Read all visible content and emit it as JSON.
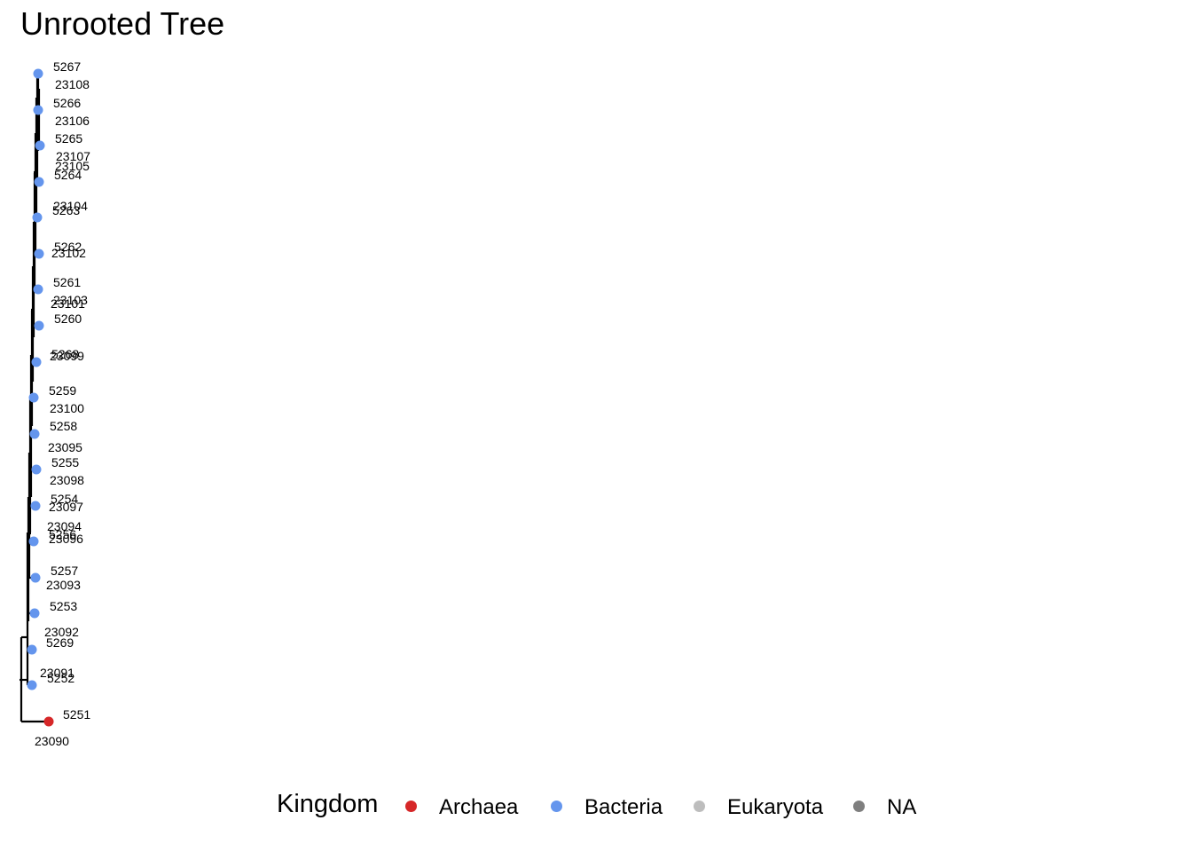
{
  "title": "Unrooted Tree",
  "legend": {
    "title": "Kingdom",
    "items": [
      {
        "label": "Archaea",
        "color": "#d62728"
      },
      {
        "label": "Bacteria",
        "color": "#6495ed"
      },
      {
        "label": "Eukaryota",
        "color": "#bdbdbd"
      },
      {
        "label": "NA",
        "color": "#7f7f7f"
      }
    ]
  },
  "tips": [
    {
      "id": "5267",
      "kingdom": "Bacteria"
    },
    {
      "id": "23108",
      "kingdom": null
    },
    {
      "id": "5266",
      "kingdom": "Bacteria"
    },
    {
      "id": "23106",
      "kingdom": null
    },
    {
      "id": "5265",
      "kingdom": "Bacteria"
    },
    {
      "id": "23107",
      "kingdom": null
    },
    {
      "id": "23105",
      "kingdom": null
    },
    {
      "id": "5264",
      "kingdom": "Bacteria"
    },
    {
      "id": "23104",
      "kingdom": null
    },
    {
      "id": "5263",
      "kingdom": "Bacteria"
    },
    {
      "id": "5262",
      "kingdom": "Bacteria"
    },
    {
      "id": "23102",
      "kingdom": null
    },
    {
      "id": "5261",
      "kingdom": "Bacteria"
    },
    {
      "id": "23103",
      "kingdom": null
    },
    {
      "id": "23101",
      "kingdom": null
    },
    {
      "id": "5260",
      "kingdom": "Bacteria"
    },
    {
      "id": "5268",
      "kingdom": "Bacteria"
    },
    {
      "id": "23099",
      "kingdom": null
    },
    {
      "id": "5259",
      "kingdom": "Bacteria"
    },
    {
      "id": "23100",
      "kingdom": null
    },
    {
      "id": "5258",
      "kingdom": "Bacteria"
    },
    {
      "id": "23095",
      "kingdom": null
    },
    {
      "id": "5255",
      "kingdom": "Bacteria"
    },
    {
      "id": "23098",
      "kingdom": null
    },
    {
      "id": "5254",
      "kingdom": "Bacteria"
    },
    {
      "id": "23097",
      "kingdom": null
    },
    {
      "id": "23094",
      "kingdom": null
    },
    {
      "id": "5256",
      "kingdom": "Bacteria"
    },
    {
      "id": "23096",
      "kingdom": null
    },
    {
      "id": "5257",
      "kingdom": "Bacteria"
    },
    {
      "id": "23093",
      "kingdom": null
    },
    {
      "id": "5253",
      "kingdom": "Bacteria"
    },
    {
      "id": "23092",
      "kingdom": null
    },
    {
      "id": "5269",
      "kingdom": "Bacteria"
    },
    {
      "id": "23091",
      "kingdom": null
    },
    {
      "id": "5252",
      "kingdom": "Bacteria"
    },
    {
      "id": "5251",
      "kingdom": "Archaea"
    },
    {
      "id": "23090",
      "kingdom": null
    }
  ]
}
